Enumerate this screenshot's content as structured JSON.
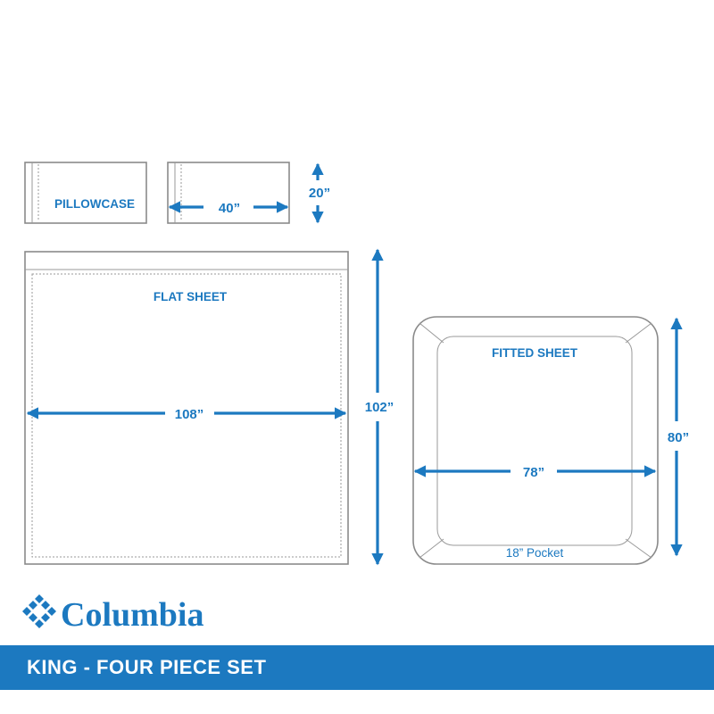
{
  "colors": {
    "accent": "#1c79c0",
    "outline": "#8a8a8a",
    "background": "#ffffff"
  },
  "pillowcase": {
    "label": "PILLOWCASE",
    "width_label": "40”",
    "height_label": "20”"
  },
  "flat_sheet": {
    "label": "FLAT SHEET",
    "width_label": "108”",
    "height_label": "102”"
  },
  "fitted_sheet": {
    "label": "FITTED SHEET",
    "width_label": "78”",
    "height_label": "80”",
    "pocket_label": "18” Pocket"
  },
  "brand": {
    "name": "Columbia",
    "logo_icon": "columbia-diamond-logo"
  },
  "set_title": "KING - FOUR PIECE SET"
}
